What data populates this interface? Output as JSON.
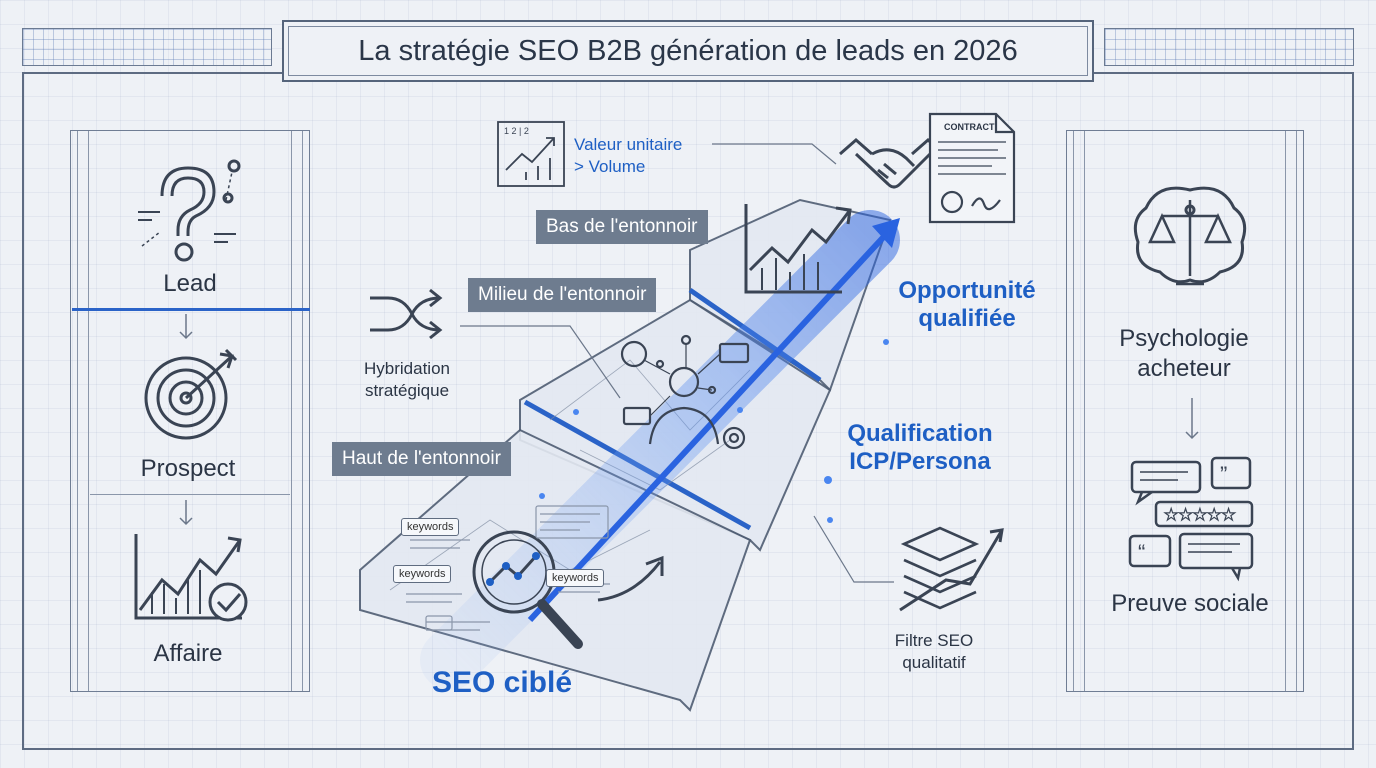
{
  "title": "La stratégie SEO B2B génération de leads en 2026",
  "left_panel": {
    "stages": [
      "Lead",
      "Prospect",
      "Affaire"
    ]
  },
  "right_panel": {
    "top": "Psychologie acheteur",
    "bottom": "Preuve sociale"
  },
  "funnel": {
    "top_tag": "Haut de l'entonnoir",
    "mid_tag": "Milieu de l'entonnoir",
    "bottom_tag": "Bas de l'entonnoir"
  },
  "annotations": {
    "value": "Valeur unitaire\n> Volume",
    "hybrid": "Hybridation\nstratégique",
    "opportunity": "Opportunité\nqualifiée",
    "qualification": "Qualification\nICP/Persona",
    "filter": "Filtre SEO\nqualitatif",
    "seo": "SEO ciblé",
    "contract": "CONTRACT"
  },
  "keywords": [
    "keywords",
    "keywords",
    "keywords"
  ],
  "colors": {
    "accent": "#1e5fc4",
    "tag_bg": "#6e7c8f",
    "line": "#5d6b82"
  }
}
